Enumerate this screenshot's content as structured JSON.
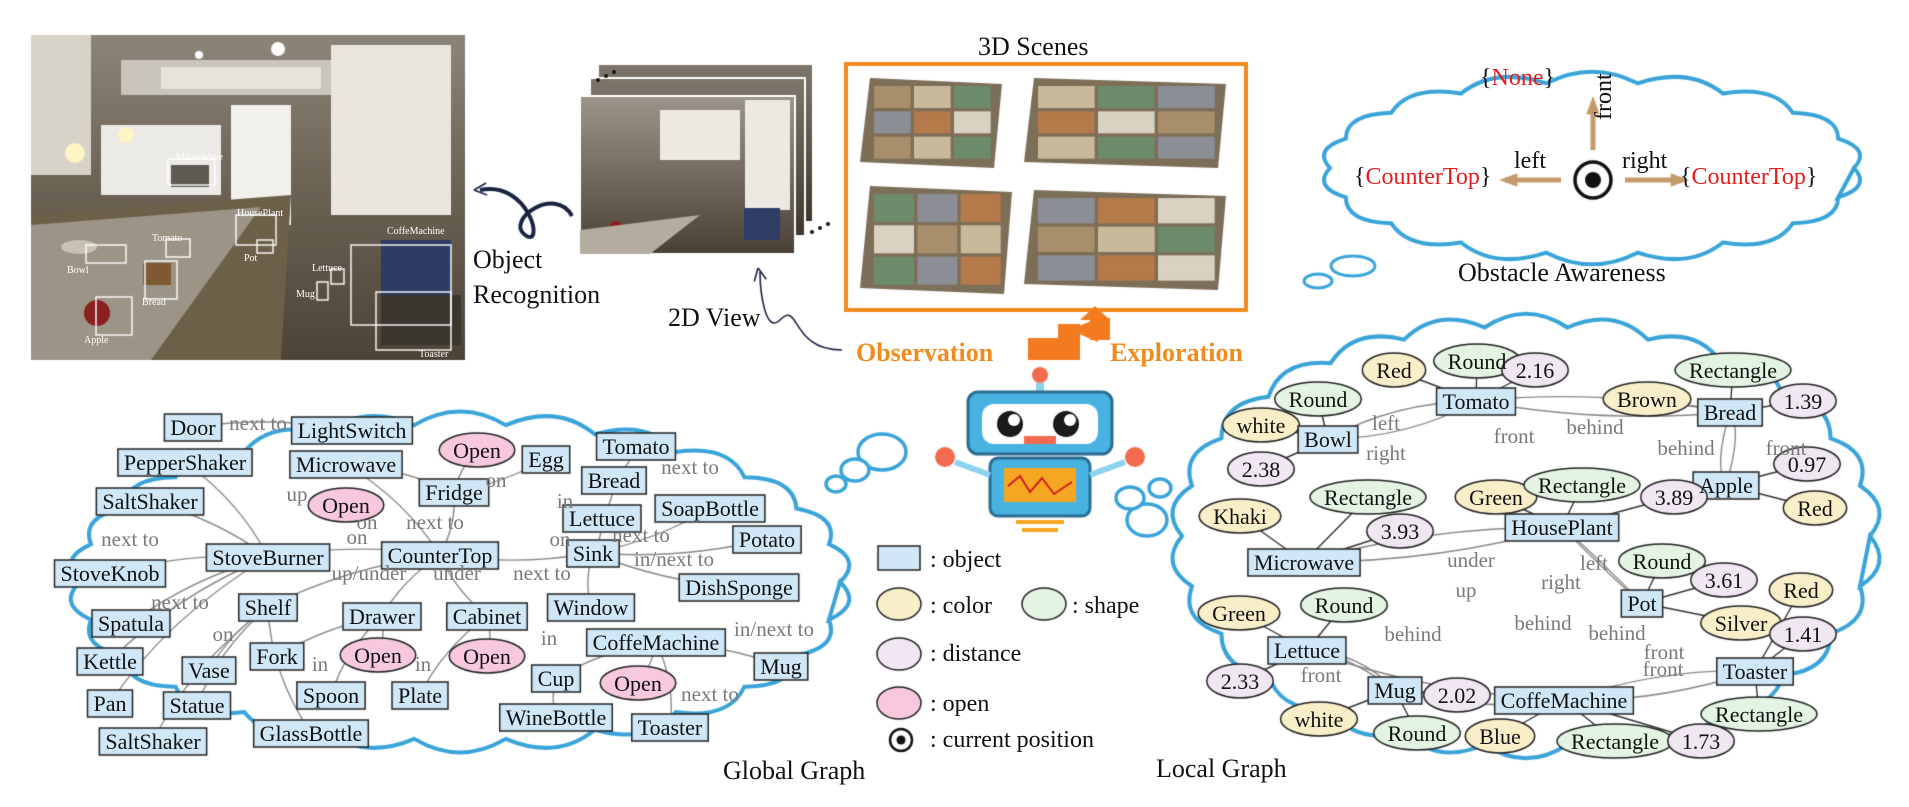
{
  "titles": {
    "scenes": "3D Scenes",
    "obstacle": "Obstacle Awareness",
    "global_graph": "Global Graph",
    "local_graph": "Local Graph",
    "object_recognition_1": "Object",
    "object_recognition_2": "Recognition",
    "view2d": "2D View",
    "observation": "Observation",
    "exploration": "Exploration"
  },
  "photo_labels": [
    "MicroWave",
    "HousePlant",
    "Tomato",
    "Bowl",
    "Bread",
    "Pot",
    "Lettuce",
    "Mug",
    "CoffeMachine",
    "Apple",
    "Toaster"
  ],
  "obstacle": {
    "front_value": "None",
    "left_value": "CounterTop",
    "right_value": "CounterTop",
    "front": "front",
    "left": "left",
    "right": "right",
    "brace_open": "{",
    "brace_close": "}"
  },
  "legend": {
    "object": ": object",
    "color": ": color",
    "shape": ": shape",
    "distance": ": distance",
    "open": ": open",
    "current": ": current position"
  },
  "colors": {
    "cloud_stroke": "#3aa4d9",
    "object_fill": "#cfe7f7",
    "color_fill": "#f8efc9",
    "shape_fill": "#e3f4e3",
    "distance_fill": "#f1e7f3",
    "open_fill": "#f8c9de",
    "edge": "#8a8a8a",
    "orange": "#f08c1e",
    "arrow_tan": "#c59a6b",
    "red_text": "#e21d1d"
  },
  "global_graph": {
    "nodes": [
      {
        "id": "Door",
        "label": "Door",
        "kind": "object"
      },
      {
        "id": "LightSwitch",
        "label": "LightSwitch",
        "kind": "object"
      },
      {
        "id": "PepperShaker",
        "label": "PepperShaker",
        "kind": "object"
      },
      {
        "id": "Microwave",
        "label": "Microwave",
        "kind": "object"
      },
      {
        "id": "Open1",
        "label": "Open",
        "kind": "open"
      },
      {
        "id": "Egg",
        "label": "Egg",
        "kind": "object"
      },
      {
        "id": "Tomato",
        "label": "Tomato",
        "kind": "object"
      },
      {
        "id": "Bread",
        "label": "Bread",
        "kind": "object"
      },
      {
        "id": "SaltShaker1",
        "label": "SaltShaker",
        "kind": "object"
      },
      {
        "id": "Open2",
        "label": "Open",
        "kind": "open"
      },
      {
        "id": "Fridge",
        "label": "Fridge",
        "kind": "object"
      },
      {
        "id": "SoapBottle",
        "label": "SoapBottle",
        "kind": "object"
      },
      {
        "id": "Lettuce",
        "label": "Lettuce",
        "kind": "object"
      },
      {
        "id": "Potato",
        "label": "Potato",
        "kind": "object"
      },
      {
        "id": "StoveKnob",
        "label": "StoveKnob",
        "kind": "object"
      },
      {
        "id": "StoveBurner",
        "label": "StoveBurner",
        "kind": "object"
      },
      {
        "id": "CounterTop",
        "label": "CounterTop",
        "kind": "object"
      },
      {
        "id": "Sink",
        "label": "Sink",
        "kind": "object"
      },
      {
        "id": "DishSponge",
        "label": "DishSponge",
        "kind": "object"
      },
      {
        "id": "Window",
        "label": "Window",
        "kind": "object"
      },
      {
        "id": "Spatula",
        "label": "Spatula",
        "kind": "object"
      },
      {
        "id": "Shelf",
        "label": "Shelf",
        "kind": "object"
      },
      {
        "id": "Drawer",
        "label": "Drawer",
        "kind": "object"
      },
      {
        "id": "Cabinet",
        "label": "Cabinet",
        "kind": "object"
      },
      {
        "id": "CoffeMachine",
        "label": "CoffeMachine",
        "kind": "object"
      },
      {
        "id": "Kettle",
        "label": "Kettle",
        "kind": "object"
      },
      {
        "id": "Vase",
        "label": "Vase",
        "kind": "object"
      },
      {
        "id": "Fork",
        "label": "Fork",
        "kind": "object"
      },
      {
        "id": "Open3",
        "label": "Open",
        "kind": "open"
      },
      {
        "id": "Open4",
        "label": "Open",
        "kind": "open"
      },
      {
        "id": "Mug",
        "label": "Mug",
        "kind": "object"
      },
      {
        "id": "Pan",
        "label": "Pan",
        "kind": "object"
      },
      {
        "id": "Statue",
        "label": "Statue",
        "kind": "object"
      },
      {
        "id": "Spoon",
        "label": "Spoon",
        "kind": "object"
      },
      {
        "id": "Plate",
        "label": "Plate",
        "kind": "object"
      },
      {
        "id": "Cup",
        "label": "Cup",
        "kind": "object"
      },
      {
        "id": "Open5",
        "label": "Open",
        "kind": "open"
      },
      {
        "id": "SaltShaker2",
        "label": "SaltShaker",
        "kind": "object"
      },
      {
        "id": "GlassBottle",
        "label": "GlassBottle",
        "kind": "object"
      },
      {
        "id": "WineBottle",
        "label": "WineBottle",
        "kind": "object"
      },
      {
        "id": "Toaster",
        "label": "Toaster",
        "kind": "object"
      }
    ],
    "edge_labels": [
      "next to",
      "up",
      "on",
      "on",
      "in",
      "next to",
      "next to",
      "next to",
      "on",
      "next to",
      "in/next to",
      "next to",
      "on",
      "up/under",
      "under",
      "next to",
      "on",
      "in",
      "in",
      "in",
      "in/next to",
      "next to"
    ]
  },
  "local_graph": {
    "nodes": [
      {
        "id": "Red1",
        "label": "Red",
        "kind": "color"
      },
      {
        "id": "Round1",
        "label": "Round",
        "kind": "shape"
      },
      {
        "id": "D216",
        "label": "2.16",
        "kind": "distance"
      },
      {
        "id": "Rectangle1",
        "label": "Rectangle",
        "kind": "shape"
      },
      {
        "id": "Round2",
        "label": "Round",
        "kind": "shape"
      },
      {
        "id": "Tomato",
        "label": "Tomato",
        "kind": "object"
      },
      {
        "id": "Brown",
        "label": "Brown",
        "kind": "color"
      },
      {
        "id": "Bread",
        "label": "Bread",
        "kind": "object"
      },
      {
        "id": "D139",
        "label": "1.39",
        "kind": "distance"
      },
      {
        "id": "white1",
        "label": "white",
        "kind": "color"
      },
      {
        "id": "Bowl",
        "label": "Bowl",
        "kind": "object"
      },
      {
        "id": "D238",
        "label": "2.38",
        "kind": "distance"
      },
      {
        "id": "D097",
        "label": "0.97",
        "kind": "distance"
      },
      {
        "id": "Apple",
        "label": "Apple",
        "kind": "object"
      },
      {
        "id": "Red2",
        "label": "Red",
        "kind": "color"
      },
      {
        "id": "Rectangle2",
        "label": "Rectangle",
        "kind": "shape"
      },
      {
        "id": "Green1",
        "label": "Green",
        "kind": "color"
      },
      {
        "id": "Rectangle3",
        "label": "Rectangle",
        "kind": "shape"
      },
      {
        "id": "D389",
        "label": "3.89",
        "kind": "distance"
      },
      {
        "id": "Khaki",
        "label": "Khaki",
        "kind": "color"
      },
      {
        "id": "D393",
        "label": "3.93",
        "kind": "distance"
      },
      {
        "id": "HousePlant",
        "label": "HousePlant",
        "kind": "object"
      },
      {
        "id": "Round3",
        "label": "Round",
        "kind": "shape"
      },
      {
        "id": "Microwave",
        "label": "Microwave",
        "kind": "object"
      },
      {
        "id": "D361",
        "label": "3.61",
        "kind": "distance"
      },
      {
        "id": "Pot",
        "label": "Pot",
        "kind": "object"
      },
      {
        "id": "Red3",
        "label": "Red",
        "kind": "color"
      },
      {
        "id": "Silver",
        "label": "Silver",
        "kind": "color"
      },
      {
        "id": "Green2",
        "label": "Green",
        "kind": "color"
      },
      {
        "id": "Round4",
        "label": "Round",
        "kind": "shape"
      },
      {
        "id": "Lettuce",
        "label": "Lettuce",
        "kind": "object"
      },
      {
        "id": "D141",
        "label": "1.41",
        "kind": "distance"
      },
      {
        "id": "Toaster",
        "label": "Toaster",
        "kind": "object"
      },
      {
        "id": "D233",
        "label": "2.33",
        "kind": "distance"
      },
      {
        "id": "Mug",
        "label": "Mug",
        "kind": "object"
      },
      {
        "id": "D202",
        "label": "2.02",
        "kind": "distance"
      },
      {
        "id": "CoffeMachine",
        "label": "CoffeMachine",
        "kind": "object"
      },
      {
        "id": "Rectangle4",
        "label": "Rectangle",
        "kind": "shape"
      },
      {
        "id": "white2",
        "label": "white",
        "kind": "color"
      },
      {
        "id": "Round5",
        "label": "Round",
        "kind": "shape"
      },
      {
        "id": "Blue",
        "label": "Blue",
        "kind": "color"
      },
      {
        "id": "Rectangle5",
        "label": "Rectangle",
        "kind": "shape"
      },
      {
        "id": "D173",
        "label": "1.73",
        "kind": "distance"
      }
    ],
    "edge_labels": [
      "left",
      "right",
      "front",
      "behind",
      "behind",
      "front",
      "under",
      "up",
      "left",
      "right",
      "behind",
      "front",
      "behind",
      "front",
      "behind",
      "front"
    ]
  }
}
